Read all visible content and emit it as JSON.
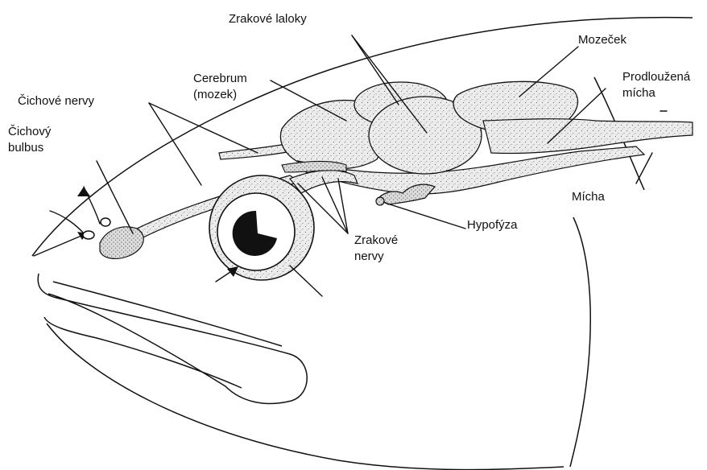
{
  "labels": {
    "zrakove_laloky": "Zrakové laloky",
    "mozecek": "Mozeček",
    "cerebrum_1": "Cerebrum",
    "cerebrum_2": "(mozek)",
    "prodlouzena_1": "Prodloužená",
    "prodlouzena_2": "mícha",
    "cichove_nervy": "Čichové nervy",
    "cichovy_1": "Čichový",
    "cichovy_2": "bulbus",
    "micha": "Mícha",
    "hypofyza": "Hypofýza",
    "zrakove_nervy_1": "Zrakové",
    "zrakove_nervy_2": "nervy"
  },
  "colors": {
    "ink": "#111111",
    "tissue_fill": "#e9e9e9",
    "stipple": "#6b6b6b"
  }
}
